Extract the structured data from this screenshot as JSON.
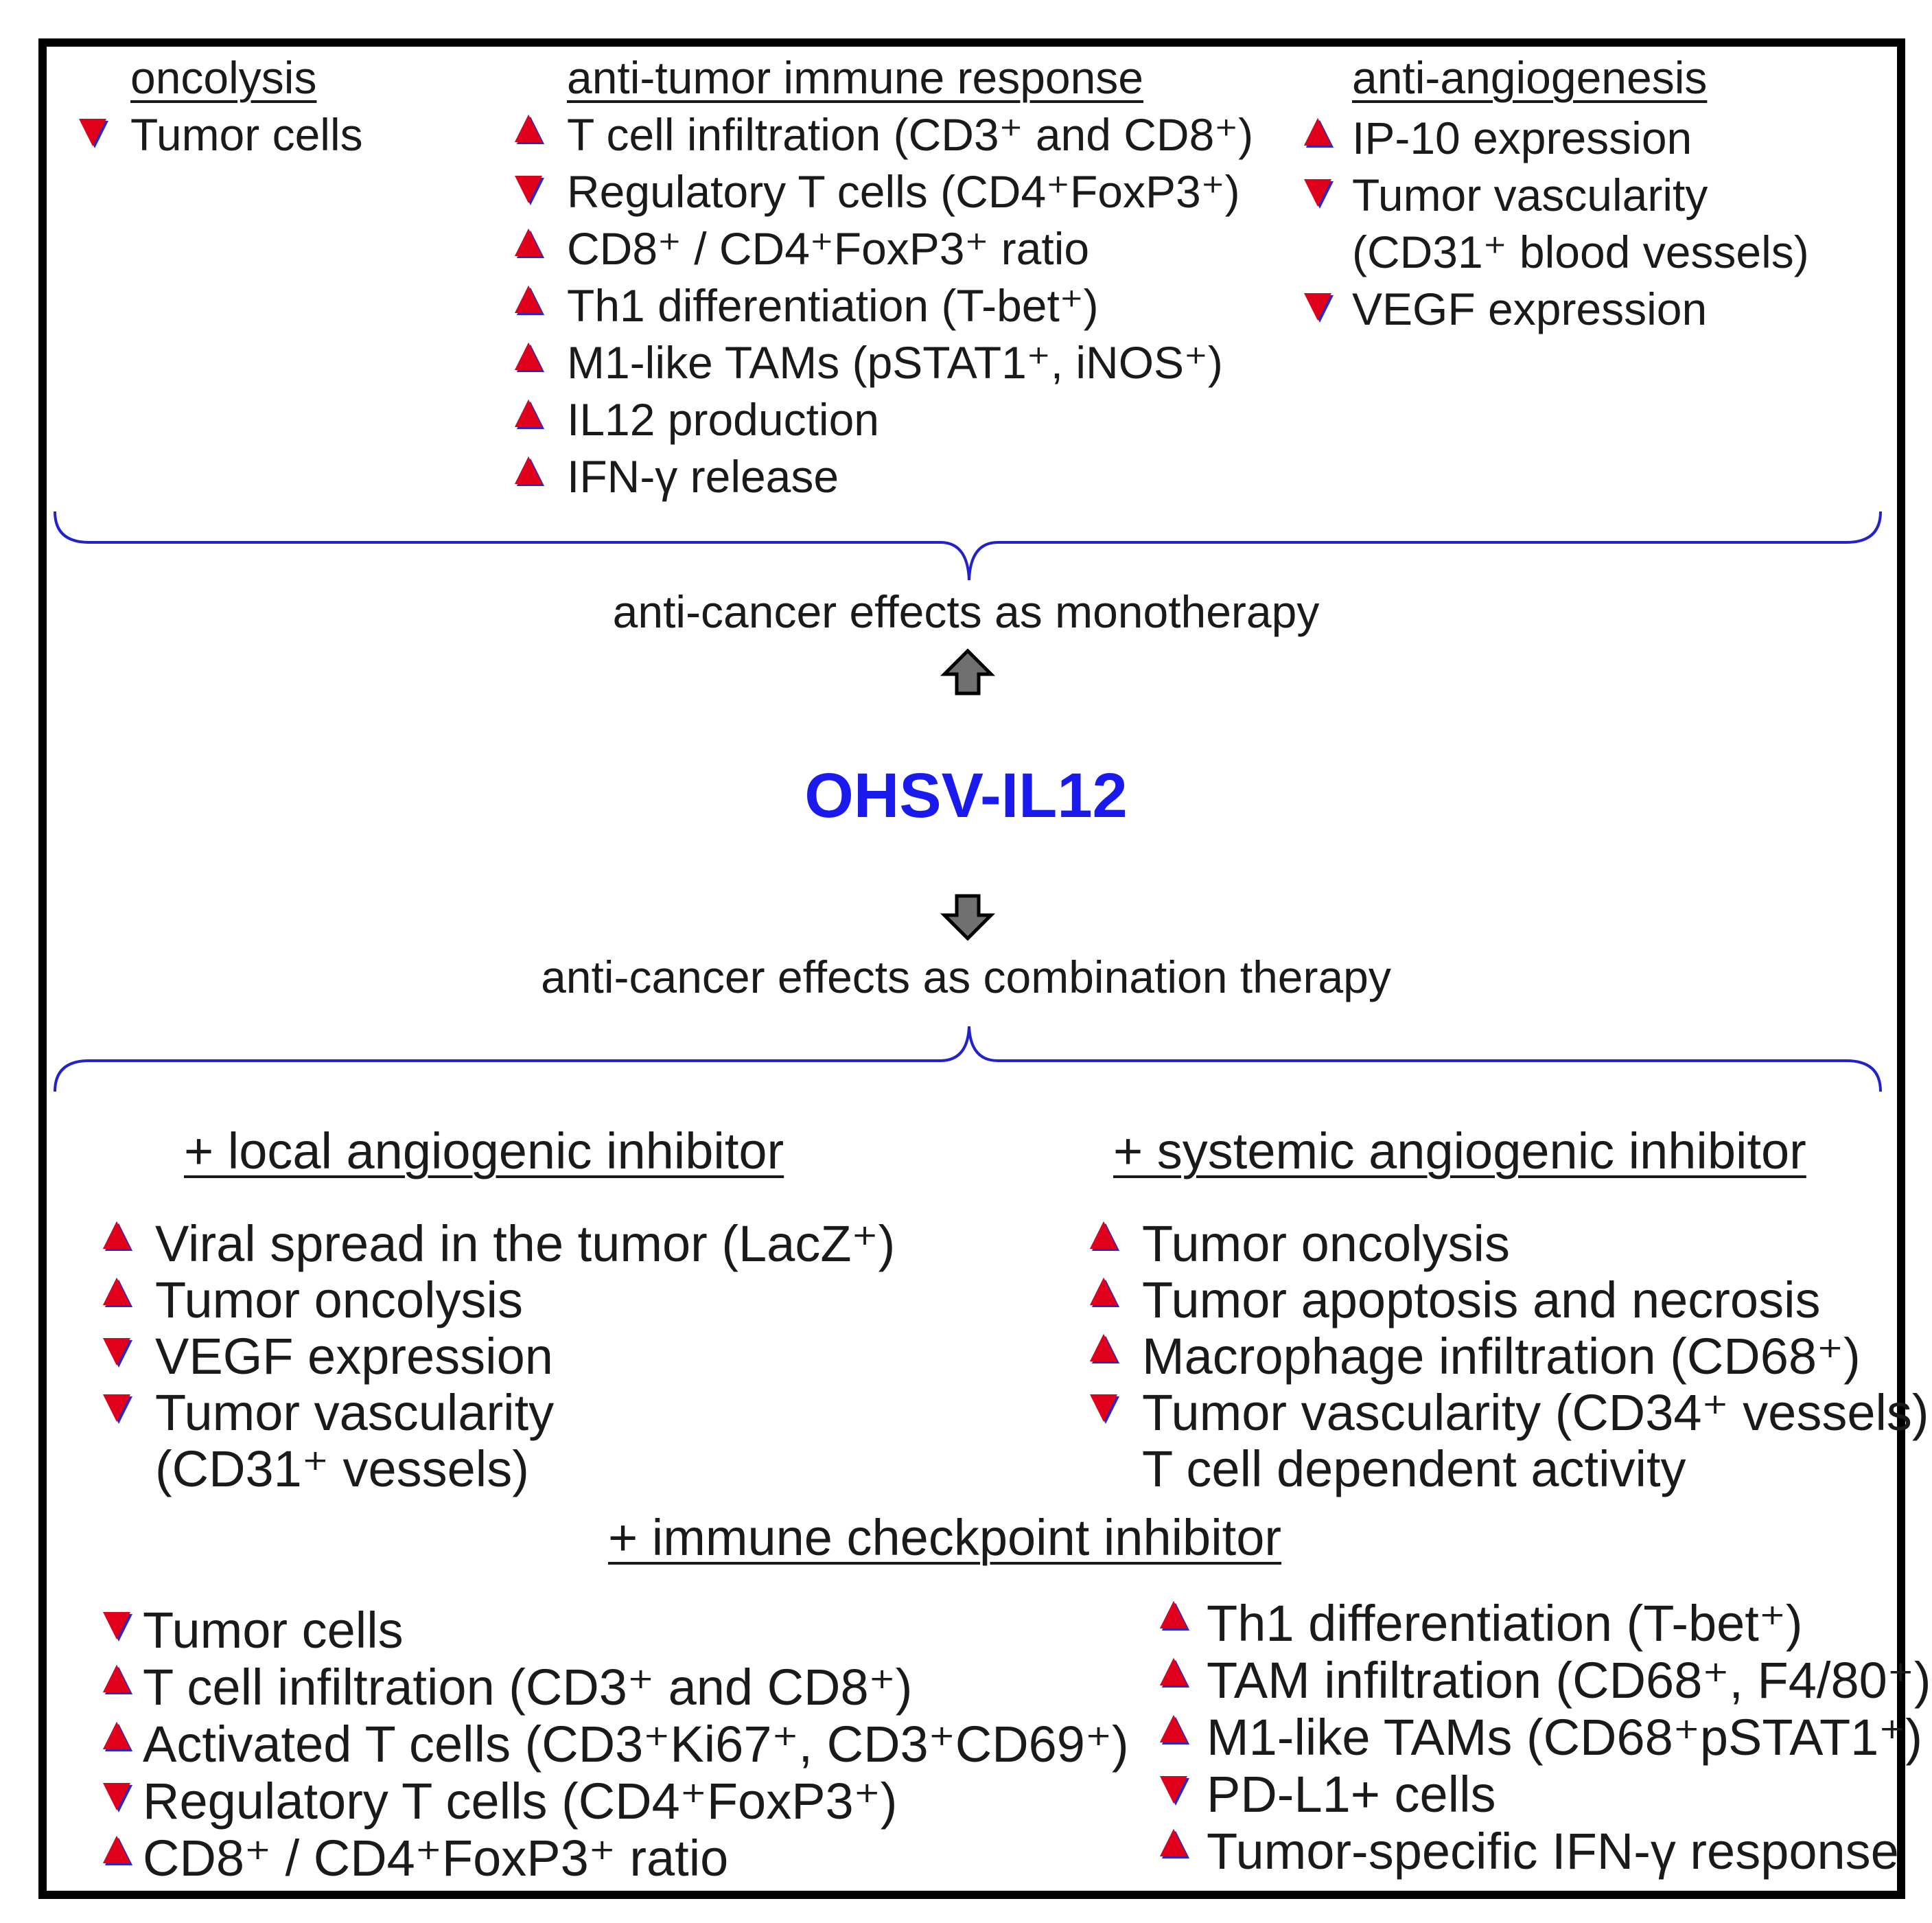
{
  "colors": {
    "arrow_up": "#e0001b",
    "arrow_down": "#e0001b",
    "bracket": "#2222cc",
    "title": "#1a1aee",
    "block_arrow": "#707070"
  },
  "top": {
    "oncolysis": {
      "heading": "oncolysis",
      "items": [
        {
          "dir": "down",
          "text": "Tumor cells"
        }
      ]
    },
    "immune": {
      "heading": "anti-tumor immune response",
      "items": [
        {
          "dir": "up",
          "text": "T cell infiltration (CD3⁺ and CD8⁺)"
        },
        {
          "dir": "down",
          "text": "Regulatory T cells (CD4⁺FoxP3⁺)"
        },
        {
          "dir": "up",
          "text": "CD8⁺ / CD4⁺FoxP3⁺ ratio"
        },
        {
          "dir": "up",
          "text": "Th1 differentiation (T-bet⁺)"
        },
        {
          "dir": "up",
          "text": "M1-like TAMs (pSTAT1⁺, iNOS⁺)"
        },
        {
          "dir": "up",
          "text": "IL12 production"
        },
        {
          "dir": "up",
          "text": "IFN-γ release"
        }
      ]
    },
    "angio": {
      "heading": "anti-angiogenesis",
      "items": [
        {
          "dir": "up",
          "text": "IP-10 expression"
        },
        {
          "dir": "down",
          "text": "Tumor vascularity"
        },
        {
          "dir": "",
          "text": "(CD31⁺ blood vessels)"
        },
        {
          "dir": "down",
          "text": "VEGF expression"
        }
      ]
    }
  },
  "mono_label": "anti-cancer effects as monotherapy",
  "title": "OHSV-IL12",
  "combo_label": "anti-cancer effects as combination therapy",
  "local": {
    "heading": "+ local angiogenic inhibitor",
    "items": [
      {
        "dir": "up",
        "text": "Viral spread in the tumor (LacZ⁺)"
      },
      {
        "dir": "up",
        "text": "Tumor oncolysis"
      },
      {
        "dir": "down",
        "text": "VEGF expression"
      },
      {
        "dir": "down",
        "text": "Tumor vascularity"
      },
      {
        "dir": "",
        "text": "(CD31⁺ vessels)"
      }
    ]
  },
  "systemic": {
    "heading": "+ systemic angiogenic inhibitor",
    "items": [
      {
        "dir": "up",
        "text": "Tumor oncolysis"
      },
      {
        "dir": "up",
        "text": "Tumor apoptosis and necrosis"
      },
      {
        "dir": "up",
        "text": "Macrophage infiltration (CD68⁺)"
      },
      {
        "dir": "down",
        "text": "Tumor vascularity (CD34⁺ vessels)"
      },
      {
        "dir": "",
        "text": "T cell dependent activity"
      }
    ]
  },
  "checkpoint": {
    "heading": "+ immune checkpoint inhibitor",
    "left": [
      {
        "dir": "down",
        "text": "Tumor cells"
      },
      {
        "dir": "up",
        "text": "T cell infiltration (CD3⁺ and CD8⁺)"
      },
      {
        "dir": "up",
        "text": "Activated T cells (CD3⁺Ki67⁺, CD3⁺CD69⁺)"
      },
      {
        "dir": "down",
        "text": "Regulatory T cells (CD4⁺FoxP3⁺)"
      },
      {
        "dir": "up",
        "text": "CD8⁺ / CD4⁺FoxP3⁺ ratio"
      }
    ],
    "right": [
      {
        "dir": "up",
        "text": "Th1 differentiation (T-bet⁺)"
      },
      {
        "dir": "up",
        "text": "TAM infiltration (CD68⁺, F4/80⁺)"
      },
      {
        "dir": "up",
        "text": "M1-like TAMs (CD68⁺pSTAT1⁺)"
      },
      {
        "dir": "down",
        "text": "PD-L1+ cells"
      },
      {
        "dir": "up",
        "text": "Tumor-specific IFN-γ response"
      }
    ]
  }
}
